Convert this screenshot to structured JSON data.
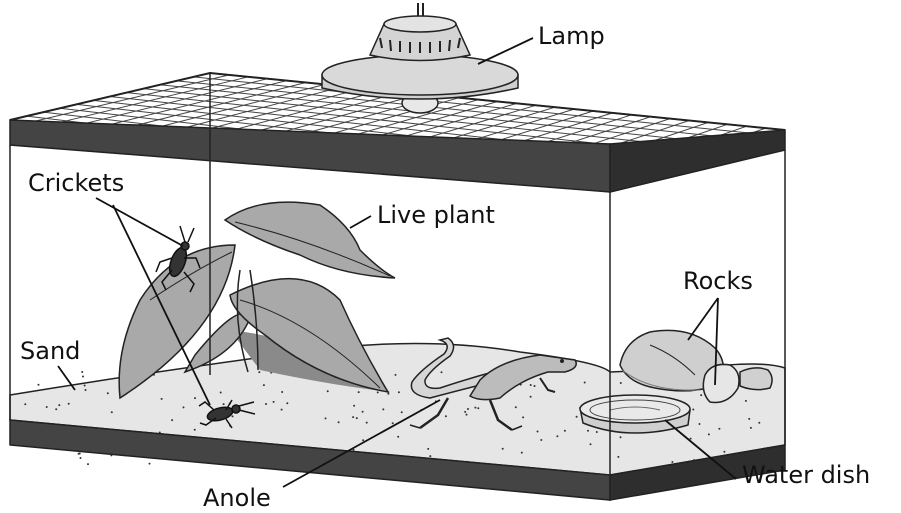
{
  "labels": {
    "lamp": "Lamp",
    "crickets": "Crickets",
    "live_plant": "Live plant",
    "rocks": "Rocks",
    "sand": "Sand",
    "anole": "Anole",
    "water_dish": "Water dish"
  },
  "colors": {
    "frame": "#444444",
    "frame_dark": "#2e2e2e",
    "sand": "#e6e6e6",
    "leaf": "#a9a9a9",
    "lamp_body": "#d4d4d4",
    "rock": "#bdbdbd",
    "shadow": "#8a8a8a"
  }
}
